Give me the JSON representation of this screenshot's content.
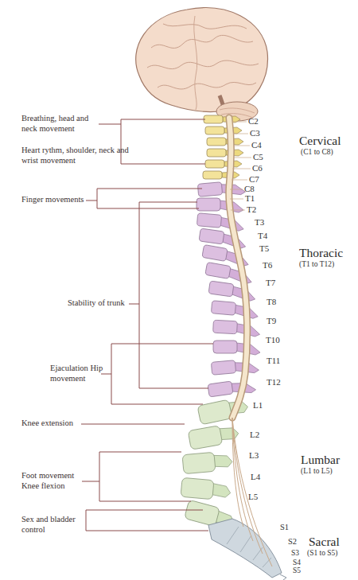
{
  "diagram": {
    "labels": [
      "Breathing, head and neck movement",
      "Heart rythm, shoulder, neck and wrist movement",
      "Finger movements",
      "Stability of trunk",
      "Ejaculation Hip movement",
      "Knee extension",
      "Foot movement Knee flexion",
      "Sex and bladder control",
      "C2",
      "C3",
      "C4",
      "C5",
      "C6",
      "C7",
      "C8",
      "T1",
      "T2",
      "T3",
      "T4",
      "T5",
      "T6",
      "T7",
      "T8",
      "T9",
      "T10",
      "T11",
      "T12",
      "L1",
      "L2",
      "L3",
      "L4",
      "L5",
      "S1",
      "S2",
      "S3",
      "S4",
      "S5",
      "Cervical",
      "(C1 to C8)",
      "Thoracic",
      "(T1 to T12)",
      "Lumbar",
      "(L1 to L5)",
      "Sacral",
      "(S1 to S5)"
    ]
  }
}
